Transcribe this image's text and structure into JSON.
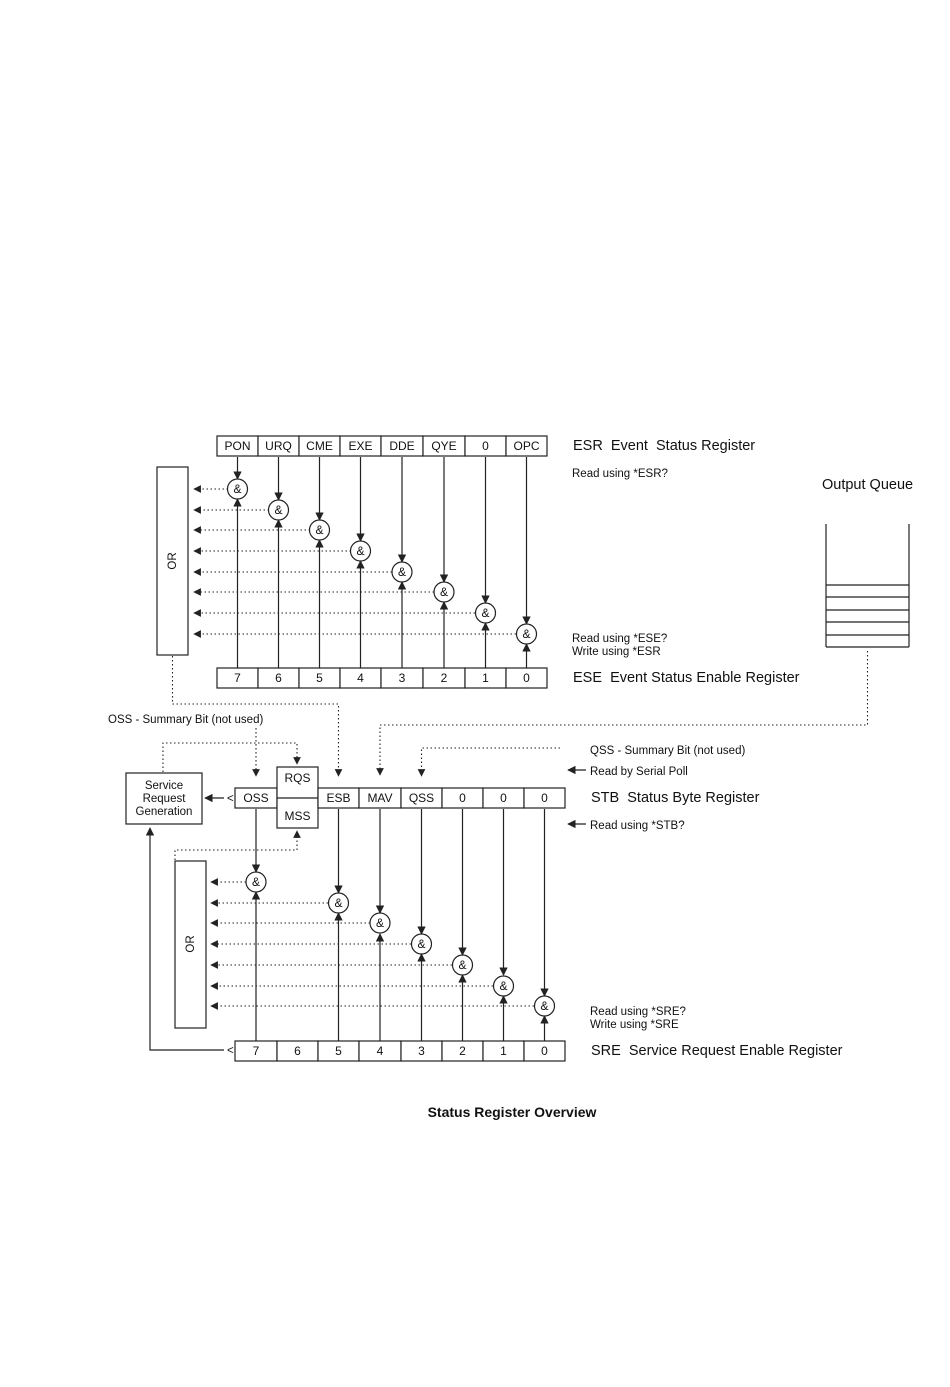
{
  "esr": {
    "bits": [
      "PON",
      "URQ",
      "CME",
      "EXE",
      "DDE",
      "QYE",
      "0",
      "OPC"
    ],
    "label": "ESR  Event  Status Register",
    "read_note": "Read using *ESR?"
  },
  "ese": {
    "bits": [
      "7",
      "6",
      "5",
      "4",
      "3",
      "2",
      "1",
      "0"
    ],
    "label": "ESE  Event Status Enable Register",
    "read_note": "Read using *ESE?",
    "write_note": "Write using *ESR"
  },
  "or_label": "OR",
  "and_symbol": "&",
  "output_queue": {
    "label": "Output Queue"
  },
  "oss_summary": "OSS - Summary Bit (not used)",
  "qss_summary": "QSS - Summary Bit (not used)",
  "serial_poll": "Read by Serial Poll",
  "service_request": {
    "line1": "Service",
    "line2": "Request",
    "line3": "Generation"
  },
  "rqs": "RQS",
  "mss": "MSS",
  "stb": {
    "bits": [
      "OSS",
      "",
      "ESB",
      "MAV",
      "QSS",
      "0",
      "0",
      "0"
    ],
    "label": "STB  Status Byte Register",
    "read_note": "Read using *STB?"
  },
  "sre": {
    "bits": [
      "7",
      "6",
      "5",
      "4",
      "3",
      "2",
      "1",
      "0"
    ],
    "label": "SRE  Service Request Enable Register",
    "read_note": "Read using *SRE?",
    "write_note": "Write using *SRE"
  },
  "caption": "Status Register Overview"
}
